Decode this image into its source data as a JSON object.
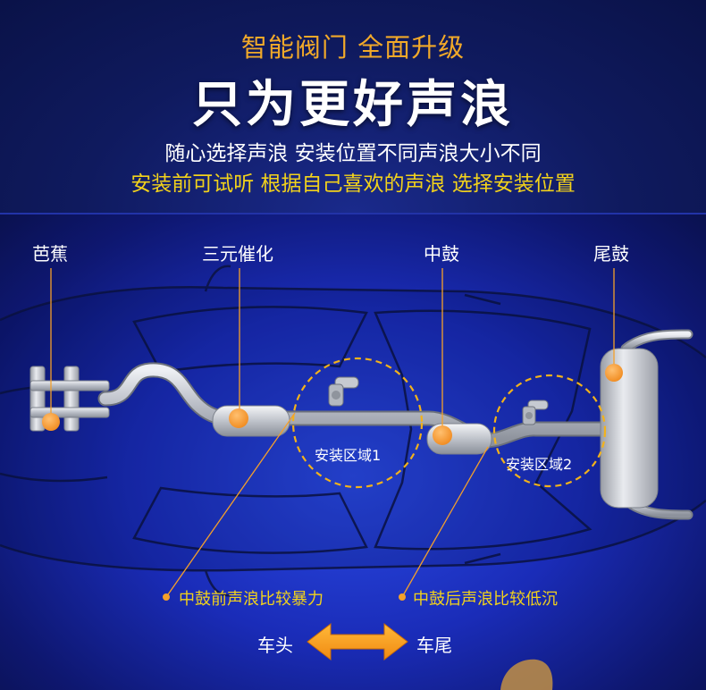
{
  "header": {
    "subtitle": "智能阀门 全面升级",
    "title": "只为更好声浪",
    "line1": "随心选择声浪  安装位置不同声浪大小不同",
    "line2": "安装前可试听  根据自己喜欢的声浪   选择安装位置"
  },
  "labels": {
    "bajiao": "芭蕉",
    "catalyst": "三元催化",
    "middle_drum": "中鼓",
    "tail_drum": "尾鼓"
  },
  "zones": {
    "zone1": "安装区域1",
    "zone2": "安装区域2"
  },
  "notes": {
    "front_note": "中鼓前声浪比较暴力",
    "rear_note": "中鼓后声浪比较低沉"
  },
  "direction": {
    "front": "车头",
    "rear": "车尾"
  },
  "colors": {
    "accent_orange": "#f5a02a",
    "text_yellow": "#f2d21b",
    "pipe_silver": "#c9ccd3",
    "zone_ring": "#f2b21b"
  }
}
